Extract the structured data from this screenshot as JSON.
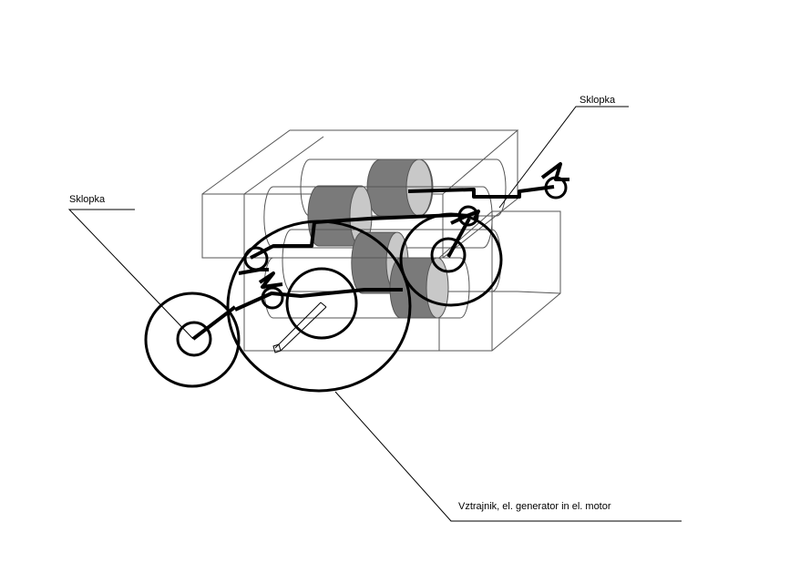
{
  "labels": {
    "top_right": "Sklopka",
    "left": "Sklopka",
    "bottom": "Vztrajnik, el. generator in el. motor"
  },
  "colors": {
    "background": "#ffffff",
    "line": "#000000",
    "thin_line": "#555555",
    "cylinder_dark": "#7a7a7a",
    "cylinder_light": "#c8c8c8"
  }
}
